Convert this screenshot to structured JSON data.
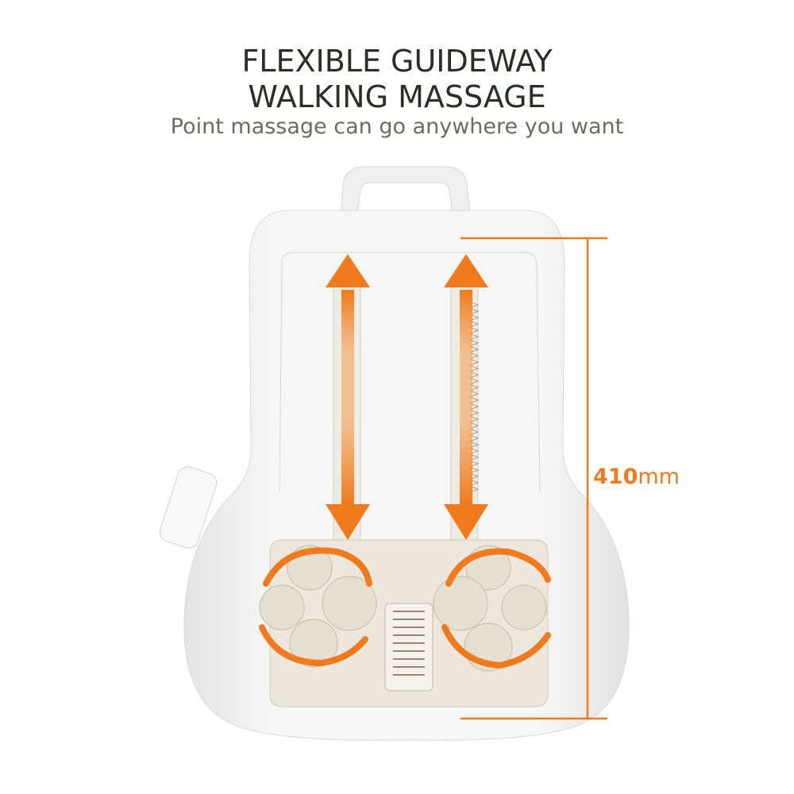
{
  "headline": {
    "line1": "FLEXIBLE GUIDEWAY",
    "line2": "WALKING MASSAGE",
    "subtitle": "Point massage can go anywhere you want"
  },
  "dimension": {
    "value": "410",
    "unit": "mm"
  },
  "colors": {
    "accent": "#f07a1c",
    "text": "#2b2f28",
    "cushion": "#f3f3f3",
    "mechanism": "#ebe7dc"
  }
}
